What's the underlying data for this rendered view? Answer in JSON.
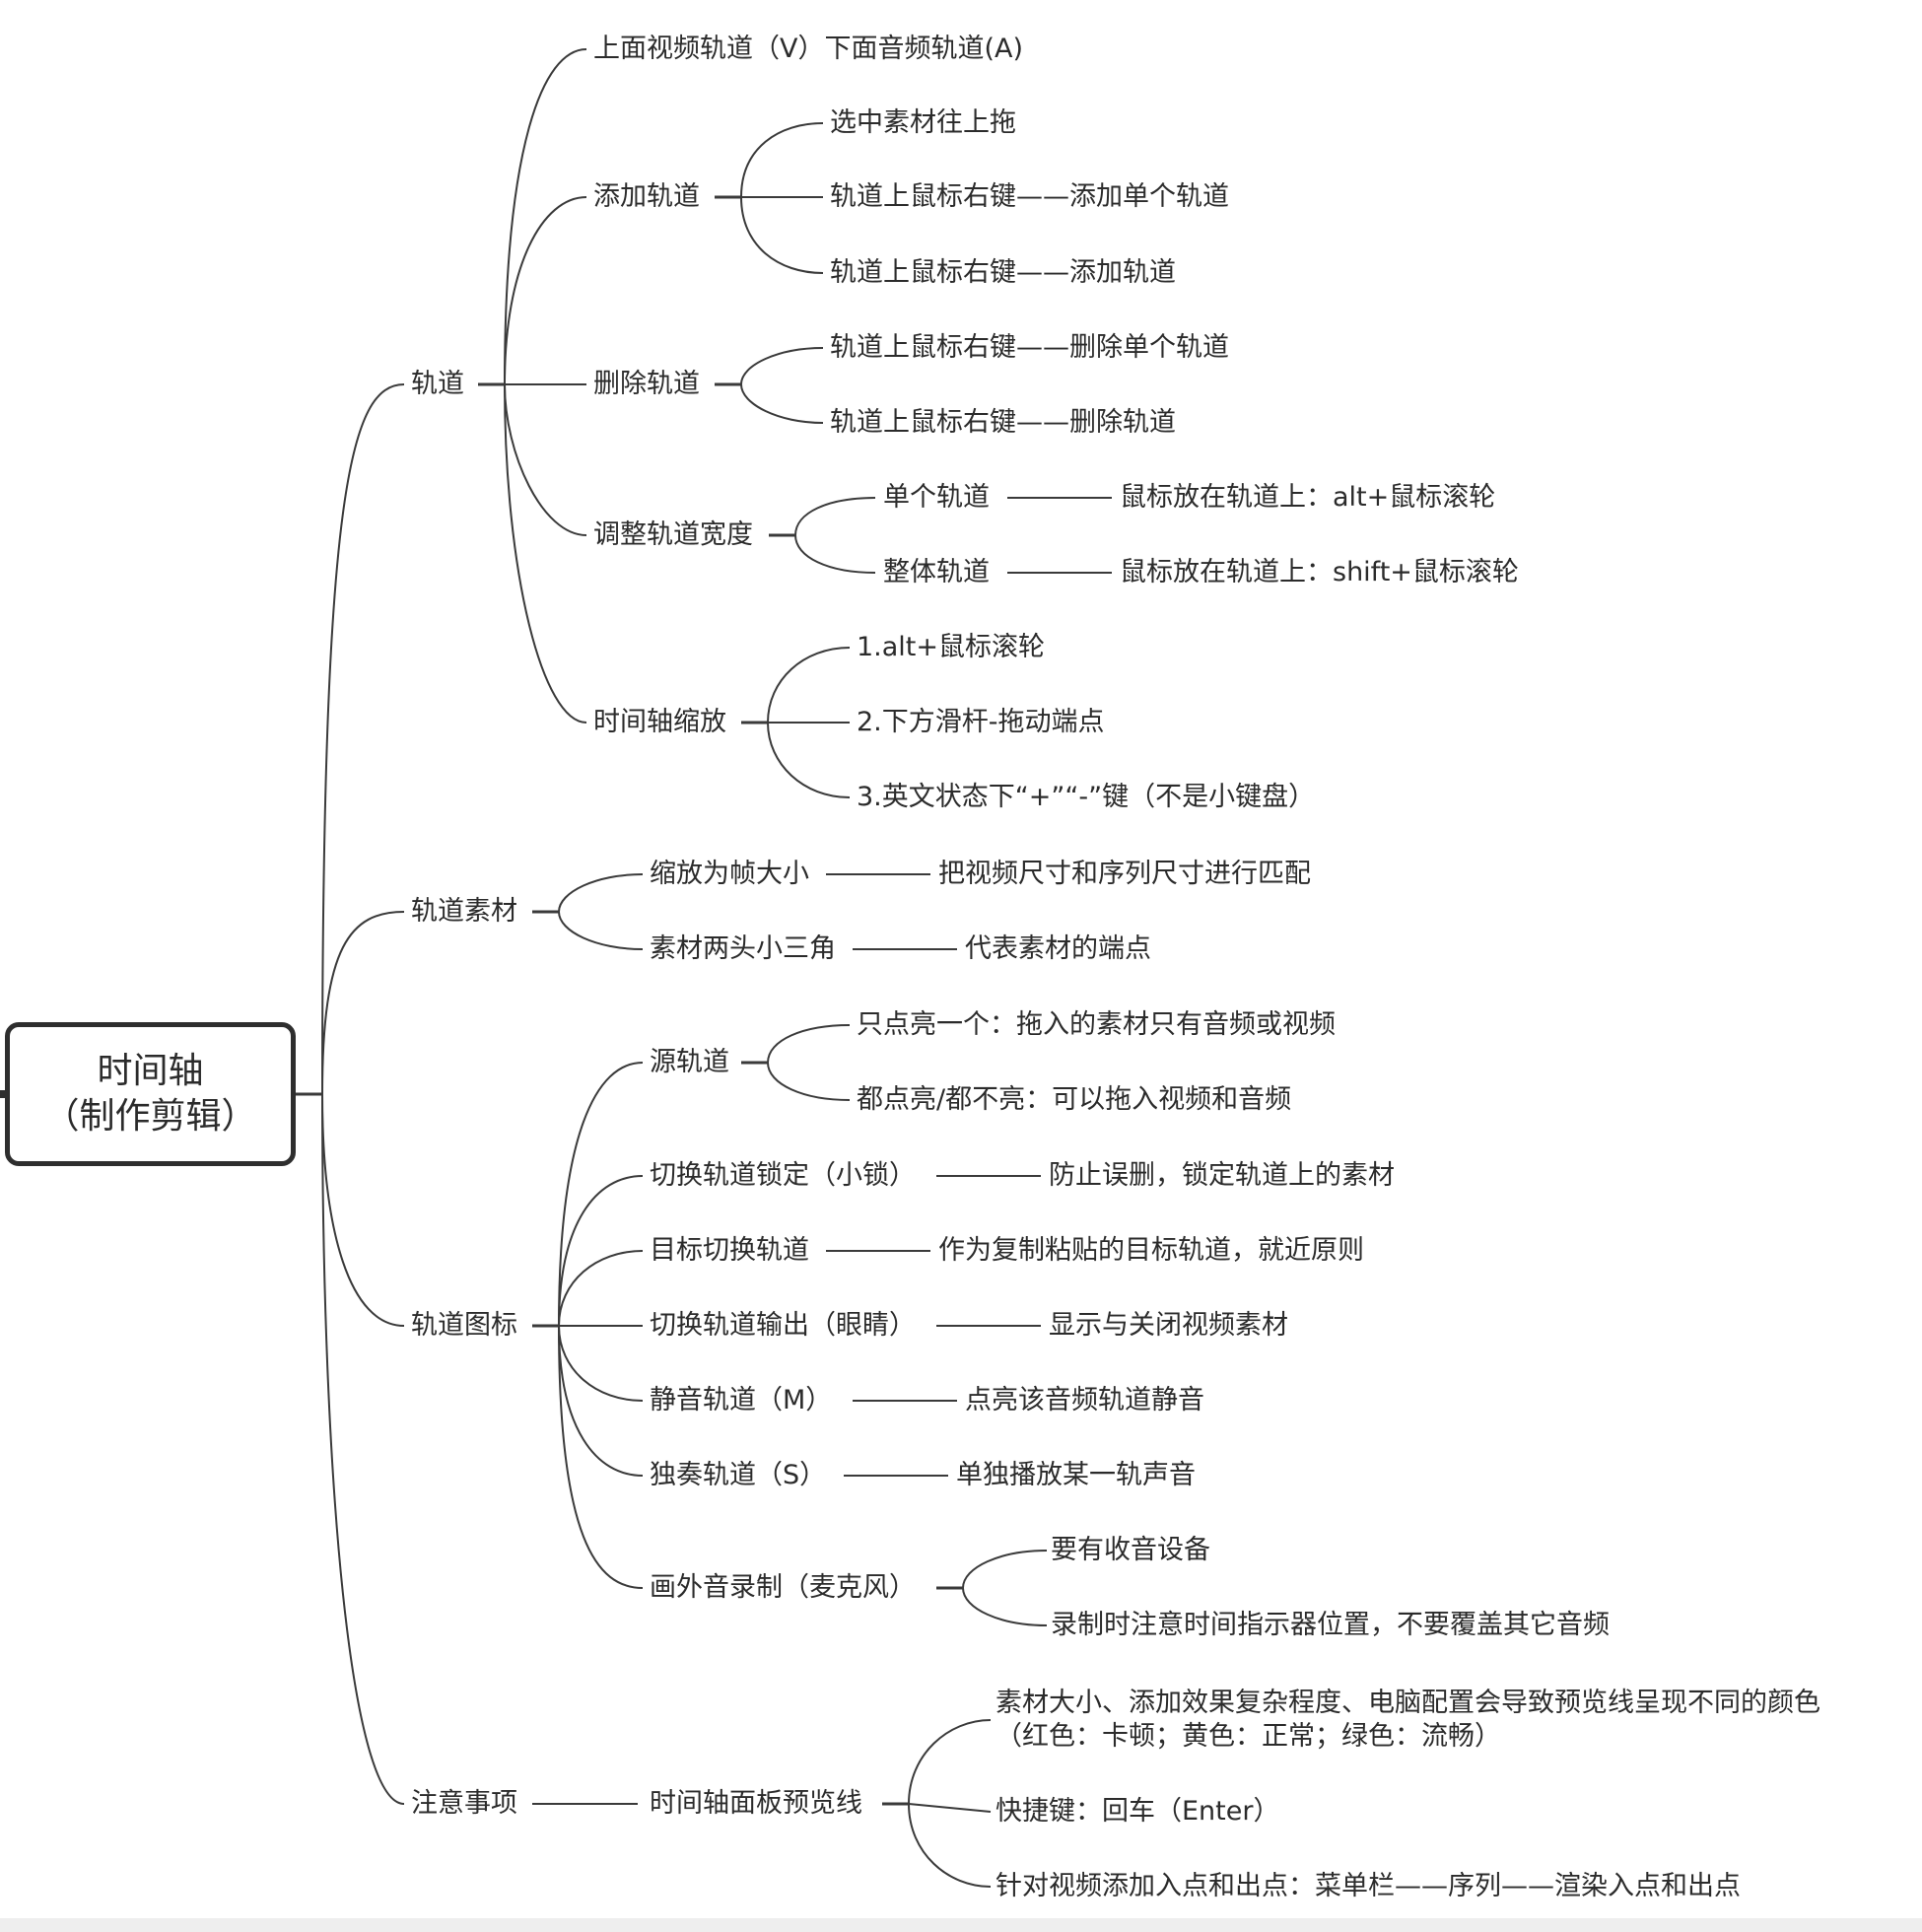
{
  "root": {
    "line1": "时间轴",
    "line2": "（制作剪辑）"
  },
  "branches": {
    "track": {
      "label": "轨道",
      "children": {
        "va": "上面视频轨道（V）下面音频轨道(A)",
        "add": {
          "label": "添加轨道",
          "items": [
            "选中素材往上拖",
            "轨道上鼠标右键——添加单个轨道",
            "轨道上鼠标右键——添加轨道"
          ]
        },
        "del": {
          "label": "删除轨道",
          "items": [
            "轨道上鼠标右键——删除单个轨道",
            "轨道上鼠标右键——删除轨道"
          ]
        },
        "width": {
          "label": "调整轨道宽度",
          "single": {
            "label": "单个轨道",
            "tip": "鼠标放在轨道上：alt+鼠标滚轮"
          },
          "whole": {
            "label": "整体轨道",
            "tip": "鼠标放在轨道上：shift+鼠标滚轮"
          }
        },
        "zoom": {
          "label": "时间轴缩放",
          "items": [
            "1.alt+鼠标滚轮",
            "2.下方滑杆-拖动端点",
            "3.英文状态下“+”“-”键（不是小键盘）"
          ]
        }
      }
    },
    "clip": {
      "label": "轨道素材",
      "fit": {
        "label": "缩放为帧大小",
        "tip": "把视频尺寸和序列尺寸进行匹配"
      },
      "ends": {
        "label": "素材两头小三角",
        "tip": "代表素材的端点"
      }
    },
    "icons": {
      "label": "轨道图标",
      "source": {
        "label": "源轨道",
        "items": [
          "只点亮一个：拖入的素材只有音频或视频",
          "都点亮/都不亮：可以拖入视频和音频"
        ]
      },
      "lock": {
        "label": "切换轨道锁定（小锁）",
        "tip": "防止误删，锁定轨道上的素材"
      },
      "target": {
        "label": "目标切换轨道",
        "tip": "作为复制粘贴的目标轨道，就近原则"
      },
      "output": {
        "label": "切换轨道输出（眼睛）",
        "tip": "显示与关闭视频素材"
      },
      "mute": {
        "label": "静音轨道（M）",
        "tip": "点亮该音频轨道静音"
      },
      "solo": {
        "label": "独奏轨道（S）",
        "tip": "单独播放某一轨声音"
      },
      "voiceover": {
        "label": "画外音录制（麦克风）",
        "items": [
          "要有收音设备",
          "录制时注意时间指示器位置，不要覆盖其它音频"
        ]
      }
    },
    "notes": {
      "label": "注意事项",
      "preview": {
        "label": "时间轴面板预览线",
        "items": [
          "素材大小、添加效果复杂程度、电脑配置会导致预览线呈现不同的颜色",
          "（红色：卡顿；黄色：正常；绿色：流畅）",
          "快捷键：回车（Enter）",
          "针对视频添加入点和出点：菜单栏——序列——渲染入点和出点"
        ]
      }
    }
  }
}
